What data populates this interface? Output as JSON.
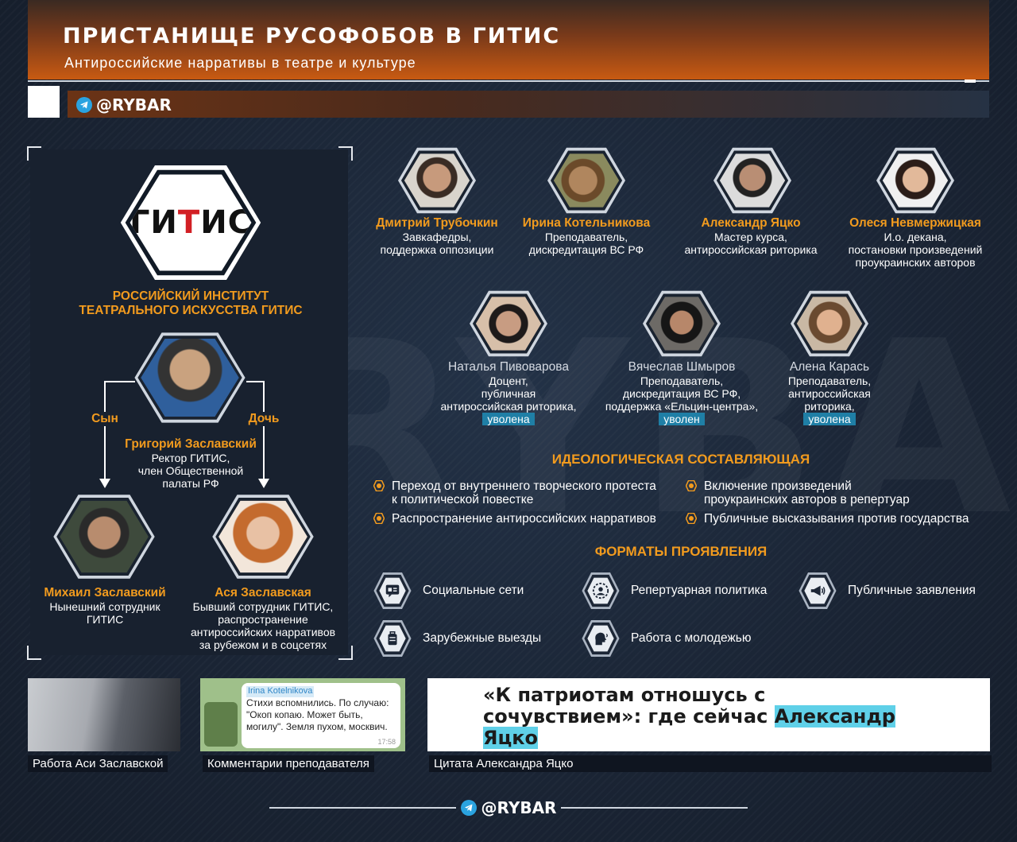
{
  "header": {
    "title": "ПРИСТАНИЩЕ РУСОФОБОВ В ГИТИС",
    "subtitle": "Антироссийские нарративы в театре и культуре",
    "channel": "@RYBAR"
  },
  "watermark": "@RYBAR",
  "institute": {
    "logo_prefix": "ГИ",
    "logo_mid": "Т",
    "logo_suffix": "ИС",
    "name_line1": "РОССИЙСКИЙ ИНСТИТУТ",
    "name_line2": "ТЕАТРАЛЬНОГО ИСКУССТВА ГИТИС"
  },
  "family": {
    "rector": {
      "name": "Григорий Заславский",
      "desc1": "Ректор ГИТИС,",
      "desc2": "член Общественной",
      "desc3": "палаты РФ"
    },
    "son_label": "Сын",
    "daughter_label": "Дочь",
    "son": {
      "name": "Михаил Заславский",
      "desc1": "Нынешний сотрудник",
      "desc2": "ГИТИС"
    },
    "daughter": {
      "name": "Ася Заславская",
      "desc1": "Бывший сотрудник ГИТИС,",
      "desc2": "распространение",
      "desc3": "антироссийских нарративов",
      "desc4": "за рубежом и в соцсетях"
    }
  },
  "people_row1": [
    {
      "name": "Дмитрий Трубочкин",
      "d1": "Завкафедры,",
      "d2": "поддержка оппозиции",
      "d3": ""
    },
    {
      "name": "Ирина Котельникова",
      "d1": "Преподаватель,",
      "d2": "дискредитация ВС РФ",
      "d3": ""
    },
    {
      "name": "Александр Яцко",
      "d1": "Мастер курса,",
      "d2": "антироссийская риторика",
      "d3": ""
    },
    {
      "name": "Олеся Невмержицкая",
      "d1": "И.о. декана,",
      "d2": "постановки произведений",
      "d3": "проукраинских авторов"
    }
  ],
  "people_row2": [
    {
      "name": "Наталья Пивоварова",
      "d1": "Доцент,",
      "d2": "публичная",
      "d3": "антироссийская риторика,",
      "badge": "уволена"
    },
    {
      "name": "Вячеслав Шмыров",
      "d1": "Преподаватель,",
      "d2": "дискредитация ВС РФ,",
      "d3": "поддержка «Ельцин-центра»,",
      "badge": "уволен"
    },
    {
      "name": "Алена Карась",
      "d1": "Преподаватель,",
      "d2": "антироссийская",
      "d3": "риторика,",
      "badge": "уволена"
    }
  ],
  "ideology": {
    "title": "ИДЕОЛОГИЧЕСКАЯ СОСТАВЛЯЮЩАЯ",
    "items": [
      {
        "l1": "Переход от внутреннего творческого протеста",
        "l2": "к политической повестке"
      },
      {
        "l1": "Включение произведений",
        "l2": "проукраинских авторов в репертуар"
      },
      {
        "l1": "Распространение антироссийских нарративов",
        "l2": ""
      },
      {
        "l1": "Публичные высказывания против государства",
        "l2": ""
      }
    ]
  },
  "formats": {
    "title": "ФОРМАТЫ ПРОЯВЛЕНИЯ",
    "items": [
      {
        "label": "Социальные сети",
        "icon": "chat-icon"
      },
      {
        "label": "Репертуарная политика",
        "icon": "award-icon"
      },
      {
        "label": "Публичные заявления",
        "icon": "megaphone-icon"
      },
      {
        "label": "Зарубежные выезды",
        "icon": "suitcase-icon"
      },
      {
        "label": "Работа с молодежью",
        "icon": "speaking-head-icon"
      }
    ]
  },
  "evidence": {
    "cap1": "Работа Аси Заславской",
    "cap2": "Комментарии преподавателя",
    "cap3": "Цитата Александра Яцко",
    "chat_author": "Irina Kotelnikova",
    "chat_text": "Стихи вспомнились. По случаю: \"Окоп копаю. Может быть, могилу\". Земля пухом, москвич.",
    "chat_time": "17:58",
    "quote_part1": "«К патриотам отношусь с",
    "quote_part2": "сочувствием»: где сейчас",
    "quote_hl1": "Александр",
    "quote_hl2": "Яцко"
  },
  "footer": {
    "channel": "@RYBAR"
  }
}
